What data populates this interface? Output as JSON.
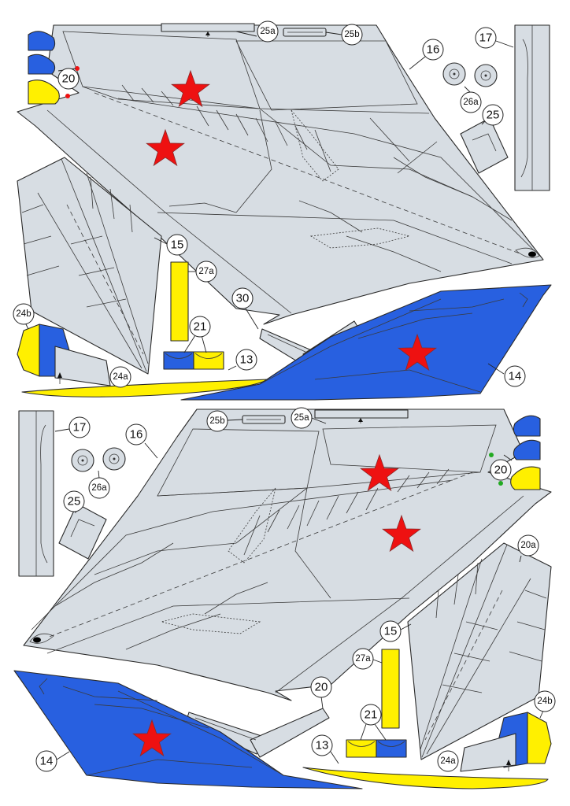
{
  "colors": {
    "panel_grey": "#d7dde3",
    "insignia_blue": "#2860e0",
    "insignia_yellow": "#fff000",
    "star_red": "#ee1111",
    "outline": "#2a2a2a"
  },
  "labels": {
    "p13": "13",
    "p14": "14",
    "p15": "15",
    "p16": "16",
    "p17": "17",
    "p20": "20",
    "p20a": "20a",
    "p21": "21",
    "p24a": "24a",
    "p24b": "24b",
    "p25": "25",
    "p25a": "25a",
    "p25b": "25b",
    "p26a": "26a",
    "p27a": "27a",
    "p30": "30"
  }
}
